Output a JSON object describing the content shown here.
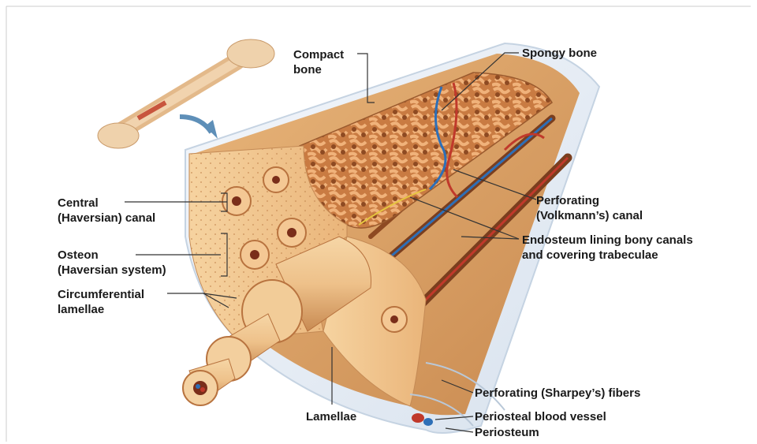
{
  "labels": {
    "compact_bone": [
      "Compact",
      "bone"
    ],
    "spongy_bone": "Spongy bone",
    "central_canal": [
      "Central",
      "(Haversian) canal"
    ],
    "osteon": [
      "Osteon",
      "(Haversian system)"
    ],
    "circumferential_lamellae": [
      "Circumferential",
      "lamellae"
    ],
    "perforating_canal": [
      "Perforating",
      "(Volkmann’s) canal"
    ],
    "endosteum": [
      "Endosteum lining bony canals",
      "and covering trabeculae"
    ],
    "lamellae": "Lamellae",
    "sharpey_fibers": "Perforating (Sharpey’s) fibers",
    "periosteal_vessel": "Periosteal blood vessel",
    "periosteum": "Periosteum"
  },
  "colors": {
    "bone_light": "#f2c48a",
    "bone_mid": "#e2a266",
    "bone_dark": "#b8733f",
    "spongy": "#d98f55",
    "periosteum": "#e9eff6",
    "artery": "#c0392b",
    "vein": "#2e6fb7",
    "leader_line": "#333333"
  }
}
